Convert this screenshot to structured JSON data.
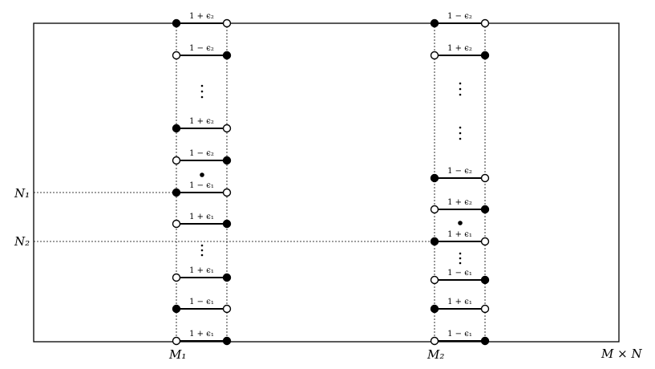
{
  "labels": {
    "n1": "N₁",
    "n2": "N₂",
    "m1": "M₁",
    "m2": "M₂",
    "space": "M × N"
  },
  "columns": [
    {
      "rungs": [
        {
          "label": "1 + ϵ₂",
          "left_filled": true,
          "right_filled": false
        },
        {
          "label": "1 − ϵ₂",
          "left_filled": false,
          "right_filled": true
        },
        {
          "label": "1 + ϵ₂",
          "left_filled": true,
          "right_filled": false
        },
        {
          "label": "1 − ϵ₂",
          "left_filled": false,
          "right_filled": true
        },
        {
          "label": "1 − ϵ₁",
          "left_filled": true,
          "right_filled": false
        },
        {
          "label": "1 + ϵ₁",
          "left_filled": false,
          "right_filled": true
        },
        {
          "label": "1 + ϵ₁",
          "left_filled": false,
          "right_filled": true
        },
        {
          "label": "1 − ϵ₁",
          "left_filled": true,
          "right_filled": false
        },
        {
          "label": "1 + ϵ₁",
          "left_filled": false,
          "right_filled": true
        }
      ]
    },
    {
      "rungs": [
        {
          "label": "1 − ϵ₂",
          "left_filled": true,
          "right_filled": false
        },
        {
          "label": "1 + ϵ₂",
          "left_filled": false,
          "right_filled": true
        },
        {
          "label": "1 − ϵ₂",
          "left_filled": true,
          "right_filled": false
        },
        {
          "label": "1 + ϵ₂",
          "left_filled": false,
          "right_filled": true
        },
        {
          "label": "1 + ϵ₁",
          "left_filled": true,
          "right_filled": false
        },
        {
          "label": "1 − ϵ₁",
          "left_filled": false,
          "right_filled": true
        },
        {
          "label": "1 + ϵ₁",
          "left_filled": true,
          "right_filled": false
        },
        {
          "label": "1 − ϵ₁",
          "left_filled": false,
          "right_filled": true
        }
      ]
    }
  ]
}
